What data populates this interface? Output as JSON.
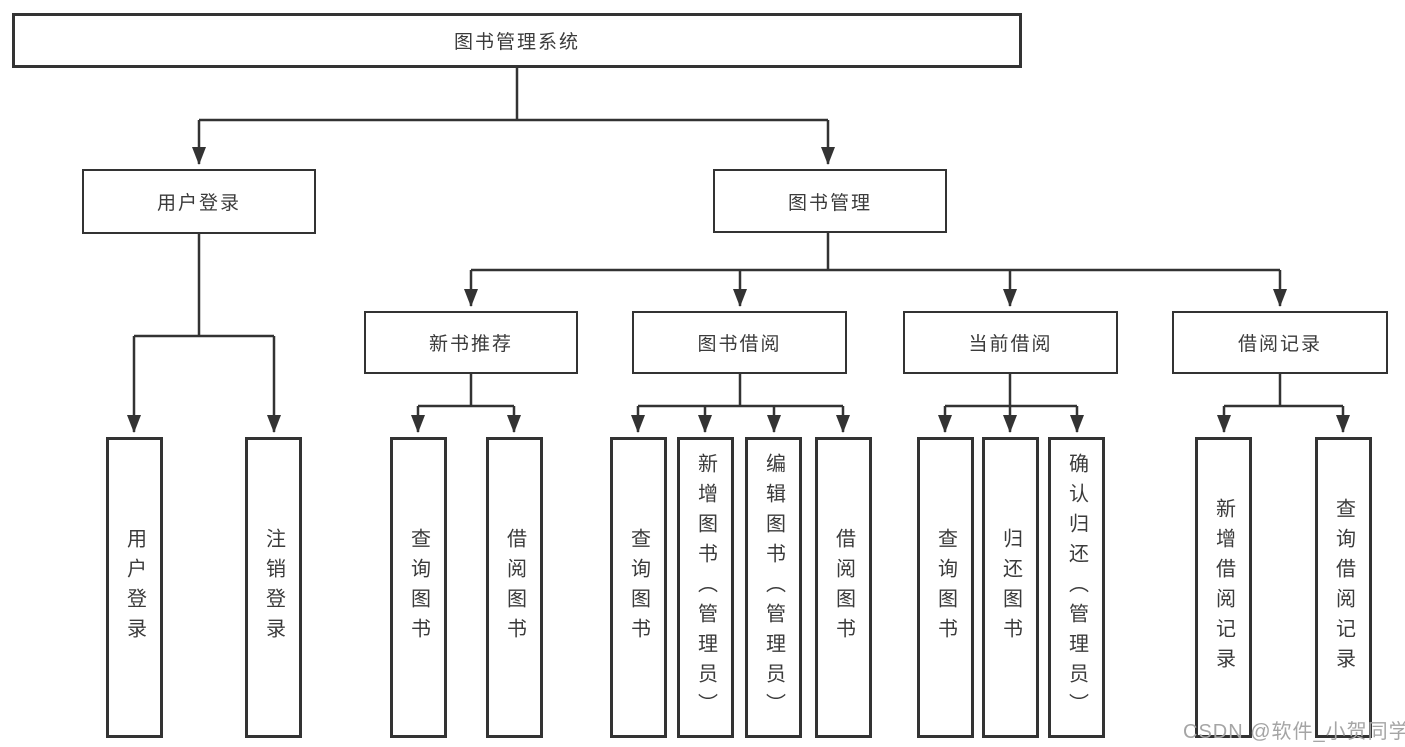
{
  "diagram": {
    "root": {
      "label": "图书管理系统"
    },
    "level2": [
      {
        "label": "用户登录"
      },
      {
        "label": "图书管理"
      }
    ],
    "level3": [
      {
        "label": "新书推荐"
      },
      {
        "label": "图书借阅"
      },
      {
        "label": "当前借阅"
      },
      {
        "label": "借阅记录"
      }
    ],
    "leaves": {
      "user_login": [
        {
          "label": "用户登录"
        },
        {
          "label": "注销登录"
        }
      ],
      "new_book": [
        {
          "label": "查询图书"
        },
        {
          "label": "借阅图书"
        }
      ],
      "book_borrow": [
        {
          "label": "查询图书"
        },
        {
          "label": "新增图书（管理员）"
        },
        {
          "label": "编辑图书（管理员）"
        },
        {
          "label": "借阅图书"
        }
      ],
      "current_borrow": [
        {
          "label": "查询图书"
        },
        {
          "label": "归还图书"
        },
        {
          "label": "确认归还（管理员）"
        }
      ],
      "borrow_record": [
        {
          "label": "新增借阅记录"
        },
        {
          "label": "查询借阅记录"
        }
      ]
    }
  },
  "watermark": {
    "text": "CSDN @软件_小贺同学",
    "color": "#a5a5a5"
  },
  "colors": {
    "line": "#333333",
    "box_border": "#333333",
    "text": "#3b3b3b",
    "background": "#ffffff"
  }
}
